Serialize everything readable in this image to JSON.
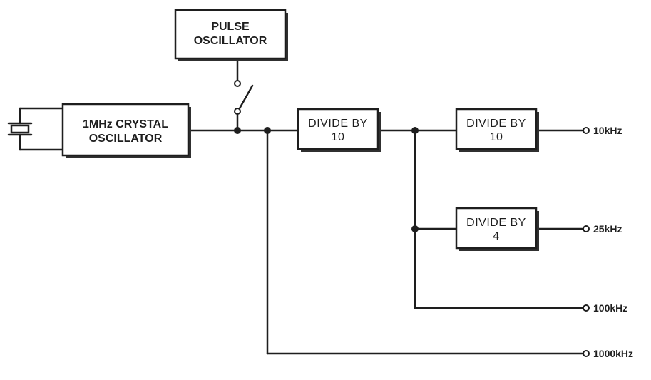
{
  "blocks": {
    "pulse_oscillator": {
      "line1": "PULSE",
      "line2": "OSCILLATOR"
    },
    "crystal_oscillator": {
      "line1": "1MHz CRYSTAL",
      "line2": "OSCILLATOR"
    },
    "divider_main": {
      "line1": "DIVIDE BY",
      "line2": "10"
    },
    "divider_10khz": {
      "line1": "DIVIDE BY",
      "line2": "10"
    },
    "divider_25khz": {
      "line1": "DIVIDE BY",
      "line2": "4"
    }
  },
  "outputs": {
    "out_10khz": "10kHz",
    "out_25khz": "25kHz",
    "out_100khz": "100kHz",
    "out_1000khz": "1000kHz"
  },
  "colors": {
    "ink": "#1e1e1e",
    "shadow": "#303030",
    "background": "#ffffff"
  }
}
